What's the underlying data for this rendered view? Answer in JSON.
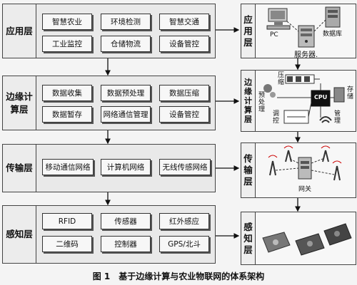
{
  "layers": [
    {
      "label": "应用层",
      "items": [
        [
          "智慧农业",
          "环境检测",
          "智慧交通"
        ],
        [
          "工业监控",
          "仓储物流",
          "设备管控"
        ]
      ]
    },
    {
      "label": "边缘计\n算层",
      "items": [
        [
          "数据收集",
          "数据预处理",
          "数据压缩"
        ],
        [
          "数据暂存",
          "网络通信管理",
          "设备管控"
        ]
      ]
    },
    {
      "label": "传输层",
      "items": [
        [
          "移动通信网络",
          "计算机网络",
          "无线传感网络"
        ]
      ]
    },
    {
      "label": "感知层",
      "items": [
        [
          "RFID",
          "传感器",
          "红外感应"
        ],
        [
          "二维码",
          "控制器",
          "GPS/北斗"
        ]
      ]
    }
  ],
  "right_panels": [
    {
      "label": "应\n用\n层",
      "notes": {
        "pc": "PC",
        "db": "数据库",
        "server": "服务器."
      }
    },
    {
      "label": "边\n缘\n计\n算\n层",
      "notes": {
        "compress": "压\n缩",
        "preprocess": "预\n处\n理",
        "store": "存\n储",
        "schedule": "调\n控",
        "manage": "管\n理",
        "cpu": "CPU"
      }
    },
    {
      "label": "传\n输\n层",
      "notes": {
        "gateway": "网关"
      }
    },
    {
      "label": "感\n知\n层",
      "notes": {}
    }
  ],
  "caption": "图 1　基于边缘计算与农业物联网的体系架构",
  "colors": {
    "border": "#444444",
    "panel": "#e9e9e9",
    "box": "#f7f7f7"
  }
}
